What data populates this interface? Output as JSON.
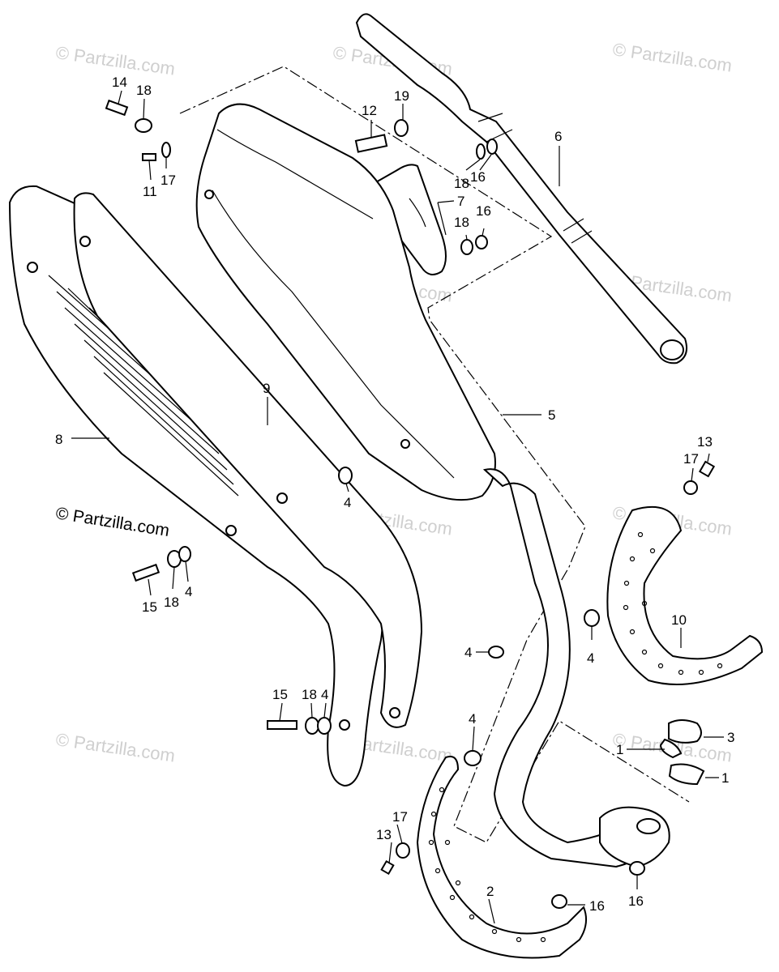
{
  "watermark": "© Partzilla.com",
  "copyright": "© Partzilla.com",
  "callouts": [
    "1",
    "1",
    "2",
    "3",
    "4",
    "4",
    "4",
    "4",
    "4",
    "4",
    "5",
    "6",
    "7",
    "8",
    "9",
    "10",
    "11",
    "12",
    "13",
    "13",
    "14",
    "15",
    "15",
    "16",
    "16",
    "16",
    "16",
    "17",
    "17",
    "17",
    "18",
    "18",
    "18",
    "18",
    "18",
    "19"
  ]
}
